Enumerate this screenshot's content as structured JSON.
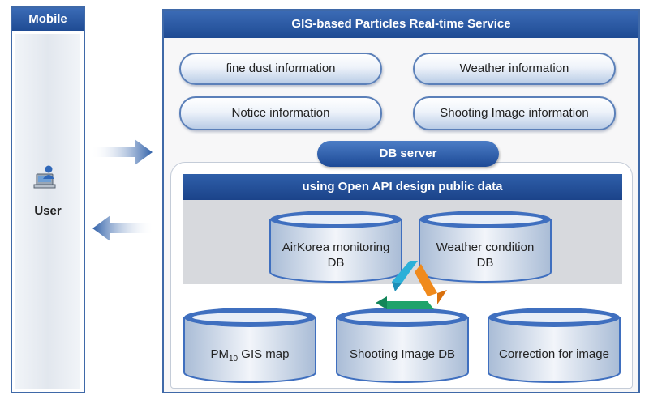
{
  "mobile": {
    "title": "Mobile",
    "user_label": "User"
  },
  "service": {
    "title": "GIS-based Particles Real-time Service",
    "info_buttons": [
      "fine dust information",
      "Weather information",
      "Notice information",
      "Shooting Image information"
    ],
    "db_server_label": "DB server",
    "open_api_label": "using Open API design public data",
    "public_dbs": [
      {
        "line1": "AirKorea monitoring",
        "line2": "DB"
      },
      {
        "line1": "Weather condition",
        "line2": "DB"
      }
    ],
    "local_dbs": [
      {
        "pre": "PM",
        "sub": "10",
        "post": " GIS map"
      },
      {
        "pre": "Shooting Image DB",
        "sub": "",
        "post": ""
      },
      {
        "pre": "Correction for image",
        "sub": "",
        "post": ""
      }
    ]
  },
  "colors": {
    "panel_blue": "#2c5aa0",
    "pill_border": "#5b80b9",
    "cylinder_blue": "#3f6fbf",
    "arrow_blue": "#3366b2",
    "recycle": [
      "#2bb0d8",
      "#f08a1c",
      "#1fa36b"
    ]
  },
  "icons": [
    "user-computer-icon",
    "right-arrow-icon",
    "left-arrow-icon",
    "recycle-icon"
  ]
}
